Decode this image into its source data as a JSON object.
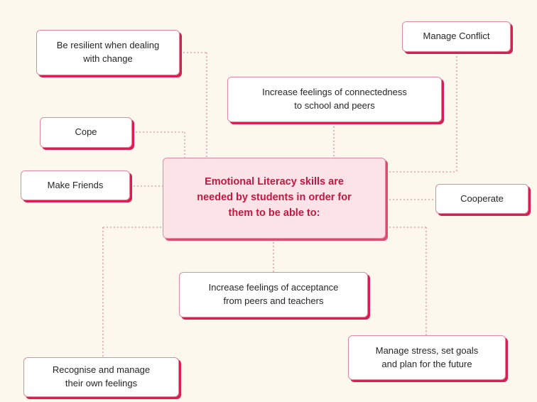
{
  "diagram": {
    "center": {
      "lines": [
        "Emotional Literacy skills are",
        "needed by students in order for",
        "them to be able to:"
      ]
    },
    "nodes": [
      {
        "id": "resilient",
        "lines": [
          "Be resilient when dealing",
          "with change"
        ]
      },
      {
        "id": "manage-conflict",
        "lines": [
          "Manage Conflict"
        ]
      },
      {
        "id": "connectedness",
        "lines": [
          "Increase feelings of connectedness",
          "to school and peers"
        ]
      },
      {
        "id": "cope",
        "lines": [
          "Cope"
        ]
      },
      {
        "id": "make-friends",
        "lines": [
          "Make Friends"
        ]
      },
      {
        "id": "cooperate",
        "lines": [
          "Cooperate"
        ]
      },
      {
        "id": "acceptance",
        "lines": [
          "Increase feelings of acceptance",
          "from peers and teachers"
        ]
      },
      {
        "id": "manage-stress",
        "lines": [
          "Manage stress, set goals",
          "and plan for the future"
        ]
      },
      {
        "id": "recognise-feelings",
        "lines": [
          "Recognise and manage",
          "their own feelings"
        ]
      }
    ],
    "colors": {
      "background": "#fdf8ee",
      "accent": "#d81f4f",
      "center_fill": "#fbe3e8",
      "center_text": "#c4173f",
      "connector": "#e48aa6"
    }
  }
}
